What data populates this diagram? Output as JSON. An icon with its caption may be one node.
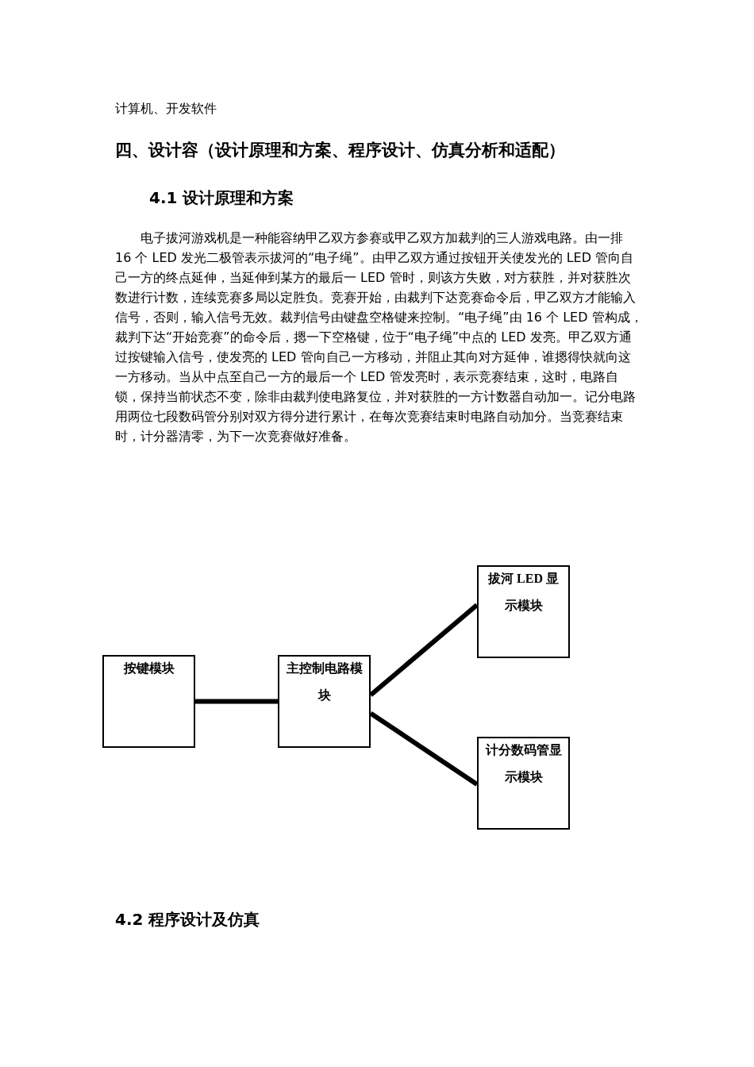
{
  "diagram": {
    "nodes": [
      {
        "text": [
          "按键模块"
        ]
      },
      {
        "text": [
          "主控制电路模块"
        ]
      },
      {
        "text": [
          "拔河 LED 显示模块"
        ]
      },
      {
        "text": [
          "计分数码管显示模块"
        ]
      }
    ],
    "edges": [
      {
        "from": 0,
        "to": 1,
        "arrow": "none"
      },
      {
        "from": 1,
        "to": 2,
        "arrow": "none"
      },
      {
        "from": 1,
        "to": 3,
        "arrow": "none"
      }
    ],
    "labels": [
      "计算机、开发软件",
      "四、设计容（设计原理和方案、程序设计、仿真分析和适配）",
      "4.1 设计原理和方案",
      "电子拔河游戏机是一种能容纳甲乙双方参赛或甲乙双方加裁判的三人游戏电路。由一排 16 个 LED 发光二极管表示拔河的“电子绳”。由甲乙双方通过按钮开关使发光的 LED 管向自己一方的终点延伸，当延伸到某方的最后一 LED 管时，则该方失败，对方获胜，并对获胜次数进行计数，连续竞赛多局以定胜负。竞赛开始，由裁判下达竞赛命令后，甲乙双方才能输入信号，否则，输入信号无效。裁判信号由键盘空格键来控制。“电子绳”由 16 个 LED 管构成，裁判下达“开始竞赛”的命令后，摁一下空格键，位于“电子绳”中点的 LED 发亮。甲乙双方通过按键输入信号，使发亮的 LED 管向自己一方移动，并阻止其向对方延伸，谁摁得快就向这一方移动。当从中点至自己一方的最后一个 LED 管发亮时，表示竞赛结束，这时，电路自锁，保持当前状态不变，除非由裁判使电路复位，并对获胜的一方计数器自动加一。记分电路用两位七段数码管分别对双方得分进行累计，在每次竞赛结束时电路自动加分。当竞赛结束时，计分器清零，为下一次竞赛做好准备。",
      "4.2 程序设计及仿真"
    ]
  }
}
